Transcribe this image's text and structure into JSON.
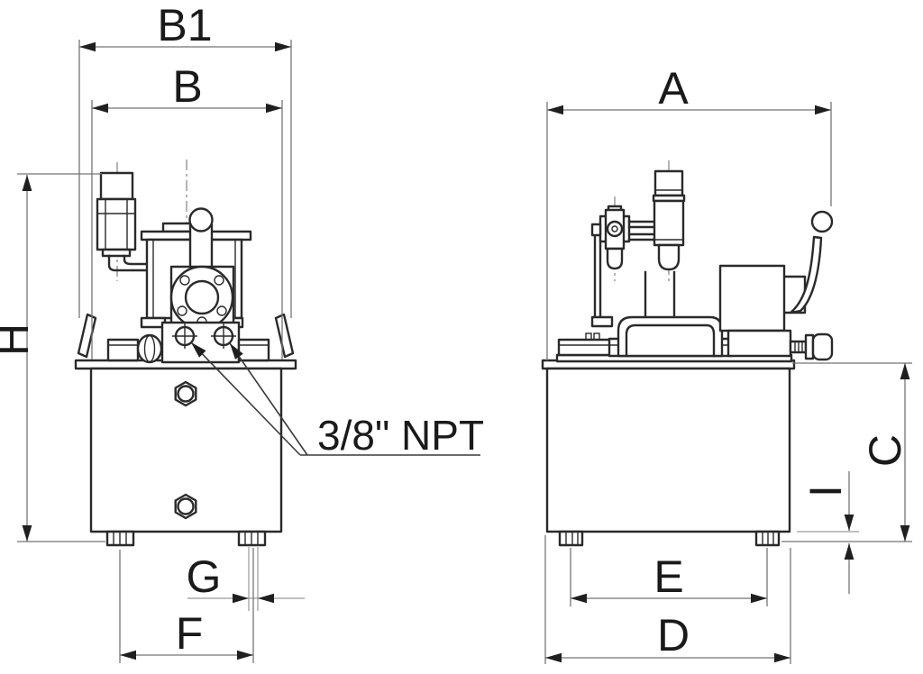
{
  "drawing": {
    "kind": "technical-dimension-drawing",
    "views": [
      {
        "id": "front-view"
      },
      {
        "id": "side-view"
      }
    ]
  },
  "dims": {
    "b1": "B1",
    "b": "B",
    "a": "A",
    "h": "H",
    "c": "C",
    "i": "I",
    "g": "G",
    "f": "F",
    "e": "E",
    "d": "D"
  },
  "annotation": {
    "port_thread": "3/8\" NPT"
  },
  "colors": {
    "background": "#ffffff",
    "object_line": "#2a2a2a",
    "dimension_line": "#757575",
    "text": "#1a1a1a"
  }
}
